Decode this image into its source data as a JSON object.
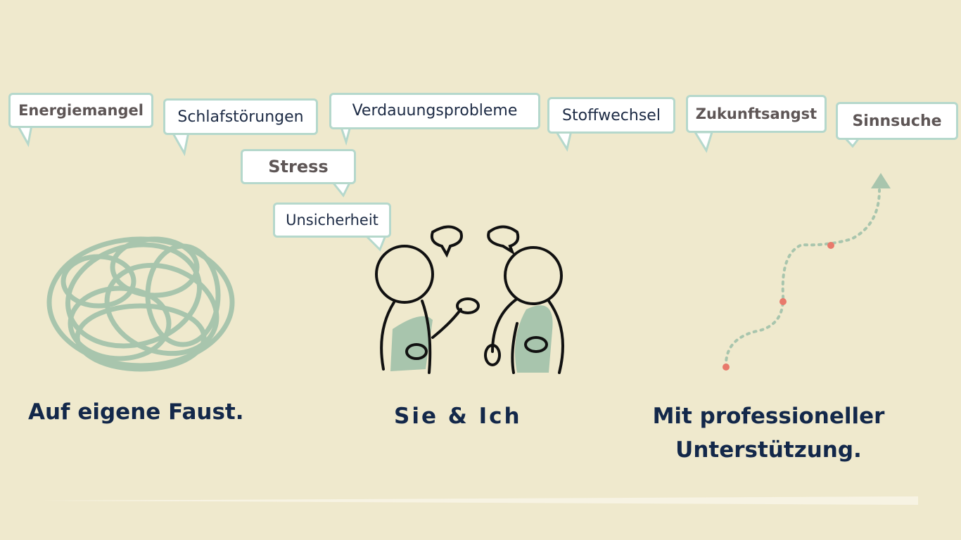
{
  "bubbles": [
    {
      "label": "Energiemangel",
      "bold": true
    },
    {
      "label": "Schlafstörungen",
      "bold": false
    },
    {
      "label": "Verdauungsprobleme",
      "bold": false
    },
    {
      "label": "Stress",
      "bold": true
    },
    {
      "label": "Unsicherheit",
      "bold": false
    },
    {
      "label": "Stoffwechsel",
      "bold": false
    },
    {
      "label": "Zukunftsangst",
      "bold": true
    },
    {
      "label": "Sinnsuche",
      "bold": true
    }
  ],
  "captions": {
    "left": "Auf eigene Faust.",
    "center": "Sie & Ich",
    "right_line1": "Mit professioneller",
    "right_line2": "Unterstützung."
  },
  "colors": {
    "background": "#efe9cd",
    "accent_green": "#a8c5ad",
    "bubble_border": "#b5d8cc",
    "heading": "#13284a",
    "dot": "#e8796b"
  }
}
